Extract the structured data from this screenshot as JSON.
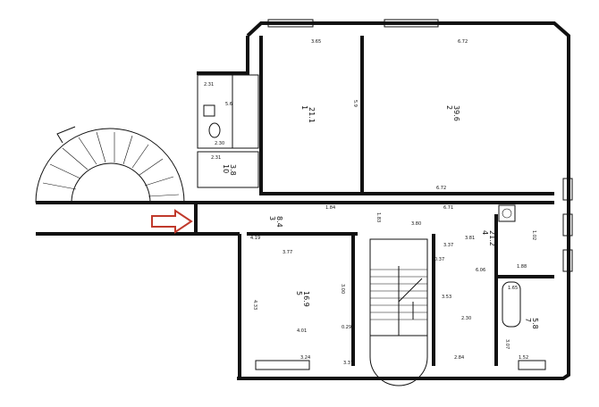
{
  "rooms": [
    {
      "id": "r1",
      "number": "1",
      "area": "21.1"
    },
    {
      "id": "r2",
      "number": "2",
      "area": "39.6"
    },
    {
      "id": "r3",
      "number": "3",
      "area": "8.4"
    },
    {
      "id": "r4",
      "number": "4",
      "area": "21.2"
    },
    {
      "id": "r5",
      "number": "5",
      "area": "16.9"
    },
    {
      "id": "r6",
      "number": "7",
      "area": "5.8"
    },
    {
      "id": "r7",
      "number": "10",
      "area": "3.8"
    }
  ],
  "dimensions": [
    "3.65",
    "6.72",
    "2.31",
    "5.6",
    "5.9",
    "2.30",
    "2.31",
    "6.72",
    "1.84",
    "1.83",
    "3.80",
    "6.71",
    "4.19",
    "3.77",
    "4.33",
    "4.01",
    "3.00",
    "3.24",
    "3.37",
    "2.84",
    "3.07",
    "1.65",
    "1.52",
    "6.06",
    "2.30",
    "3.81",
    "3.37",
    "1.88",
    "1.02",
    "0.29",
    "3.53",
    "0.37"
  ],
  "colors": {
    "wall": "#111111",
    "arrow": "#c0392b",
    "background": "#ffffff"
  },
  "icons": [
    "entrance-arrow-icon",
    "spiral-staircase-icon",
    "straight-staircase-icon",
    "bathtub-icon",
    "sink-icon",
    "toilet-icon"
  ]
}
